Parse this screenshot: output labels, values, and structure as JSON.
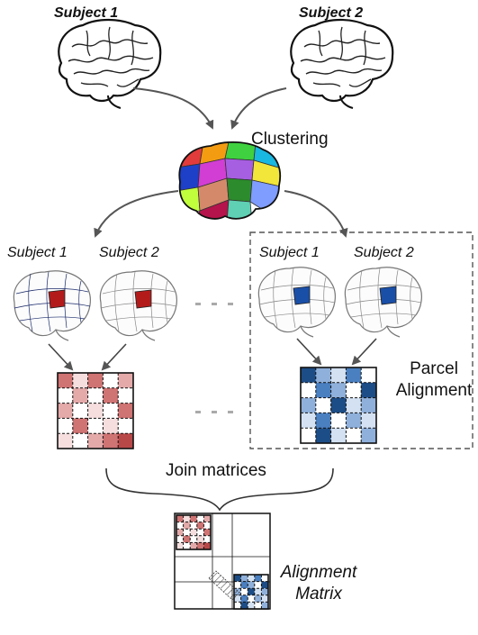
{
  "labels": {
    "top_subject_1": "Subject 1",
    "top_subject_2": "Subject 2",
    "clustering": "Clustering",
    "left_subject_1": "Subject 1",
    "left_subject_2": "Subject 2",
    "right_subject_1": "Subject 1",
    "right_subject_2": "Subject 2",
    "parcel_alignment_line1": "Parcel",
    "parcel_alignment_line2": "Alignment",
    "join_matrices": "Join matrices",
    "alignment_matrix_line1": "Alignment",
    "alignment_matrix_line2": "Matrix"
  },
  "colors": {
    "red_parcel": "#b31b1b",
    "blue_parcel": "#1a4fa8",
    "red_matrix": [
      "#ffffff",
      "#f6dede",
      "#e4aaaa",
      "#cf7373",
      "#b84848"
    ],
    "blue_matrix": [
      "#ffffff",
      "#d3e1f2",
      "#8fb0da",
      "#4a7fc0",
      "#1d4d86"
    ],
    "cluster_patches": [
      "#e23b3b",
      "#f39c12",
      "#3fd13f",
      "#18b8e0",
      "#1e40c8",
      "#d23ed3",
      "#a65fe0",
      "#f2e63a",
      "#c1ff3c",
      "#d48a6a",
      "#2c8b2c",
      "#7f9cff",
      "#b5134b",
      "#5fd0b3"
    ]
  },
  "matrices": {
    "red": [
      [
        3,
        1,
        3,
        0,
        2
      ],
      [
        0,
        2,
        0,
        3,
        0
      ],
      [
        2,
        0,
        1,
        0,
        3
      ],
      [
        0,
        3,
        0,
        1,
        0
      ],
      [
        1,
        0,
        2,
        3,
        4
      ]
    ],
    "blue": [
      [
        4,
        2,
        1,
        3,
        0
      ],
      [
        0,
        3,
        2,
        0,
        4
      ],
      [
        2,
        0,
        4,
        1,
        2
      ],
      [
        1,
        3,
        0,
        2,
        1
      ],
      [
        0,
        4,
        1,
        0,
        2
      ]
    ]
  }
}
